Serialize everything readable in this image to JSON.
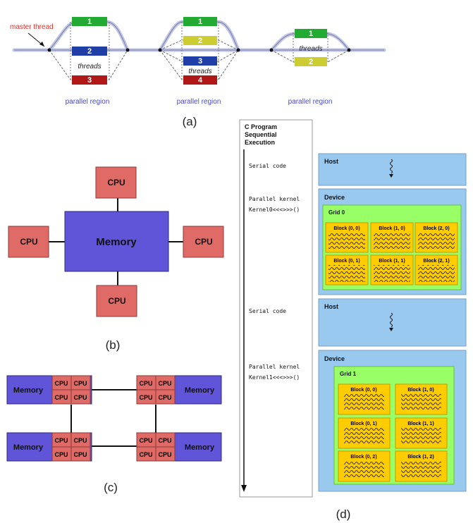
{
  "panel_a": {
    "master_label": "master thread",
    "threads_label": "threads",
    "region_label": "parallel region",
    "caption": "(a)",
    "region1_bars": [
      "1",
      "2",
      "3"
    ],
    "region2_bars": [
      "1",
      "2",
      "3",
      "4"
    ],
    "region3_bars": [
      "1",
      "2"
    ]
  },
  "panel_b": {
    "memory": "Memory",
    "cpu": "CPU",
    "caption": "(b)"
  },
  "panel_c": {
    "memory": "Memory",
    "cpu": "CPU",
    "caption": "(c)"
  },
  "panel_d": {
    "program_title": [
      "C Program",
      "Sequential",
      "Execution"
    ],
    "serial_code": "Serial code",
    "parallel_kernel": "Parallel kernel",
    "kernel0": "Kernel0<<<>>>()",
    "kernel1": "Kernel1<<<>>>()",
    "host": "Host",
    "device": "Device",
    "grid0": "Grid 0",
    "grid1": "Grid 1",
    "grid0_blocks": [
      "Block (0, 0)",
      "Block (1, 0)",
      "Block (2, 0)",
      "Block (0, 1)",
      "Block (1, 1)",
      "Block (2, 1)"
    ],
    "grid1_blocks": [
      "Block (0, 0)",
      "Block (1, 0)",
      "Block (0, 1)",
      "Block (1, 1)",
      "Block (0, 2)",
      "Block (1, 2)"
    ],
    "caption": "(d)"
  },
  "colors": {
    "green": "#22aa33",
    "blue": "#1f3fa6",
    "red": "#b01818",
    "yellow": "#cccc33",
    "cpu": "#e06a66",
    "memory": "#6055d8",
    "host": "#99c9ee",
    "grid": "#99ff66",
    "block": "#ffcc00"
  }
}
